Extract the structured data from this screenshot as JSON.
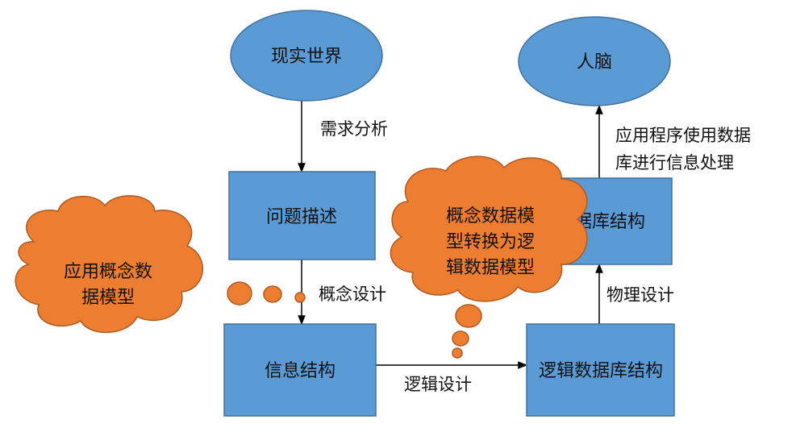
{
  "nodes": {
    "real_world": "现实世界",
    "human_brain": "人脑",
    "problem_description": "问题描述",
    "information_structure": "信息结构",
    "logical_db_structure": "逻辑数据库结构",
    "db_structure": "数据库结构"
  },
  "edges": {
    "requirement_analysis": "需求分析",
    "conceptual_design": "概念设计",
    "logical_design": "逻辑设计",
    "physical_design": "物理设计",
    "app_usage": [
      "应用程序使用数据",
      "库进行信息处理"
    ]
  },
  "callouts": {
    "apply_conceptual_model": [
      "应用概念数",
      "据模型"
    ],
    "convert_model": [
      "概念数据模",
      "型转换为逻",
      "辑数据模型"
    ]
  },
  "colors": {
    "node_fill": "#5B9BD5",
    "node_stroke": "#41719C",
    "cloud_fill": "#ED7D31",
    "cloud_stroke": "#AE5A21"
  }
}
